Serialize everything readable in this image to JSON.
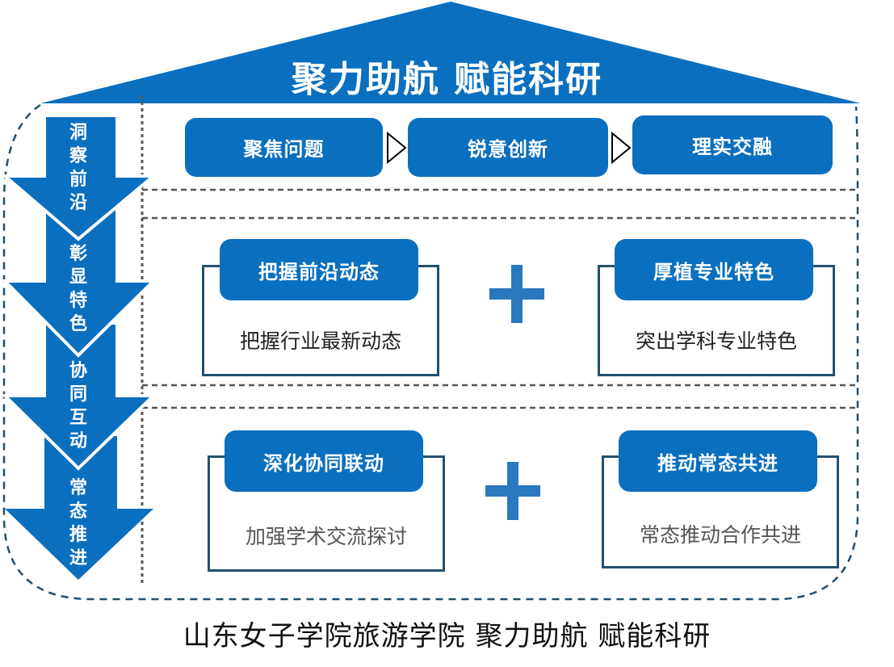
{
  "title": "聚力助航  赋能科研",
  "footer": "山东女子学院旅游学院  聚力助航  赋能科研",
  "colors": {
    "primary": "#0b6fbf",
    "frame": "#24506e",
    "plus": "#2a78bd"
  },
  "stages": [
    {
      "label": "洞察前沿",
      "chars": [
        "洞",
        "察",
        "前",
        "沿"
      ]
    },
    {
      "label": "彰显特色",
      "chars": [
        "彰",
        "显",
        "特",
        "色"
      ]
    },
    {
      "label": "协同互动",
      "chars": [
        "协",
        "同",
        "互",
        "动"
      ]
    },
    {
      "label": "常态推进",
      "chars": [
        "常",
        "态",
        "推",
        "进"
      ]
    }
  ],
  "flow": [
    {
      "label": "聚焦问题"
    },
    {
      "label": "锐意创新"
    },
    {
      "label": "理实交融"
    }
  ],
  "rows": [
    {
      "left": {
        "title": "把握前沿动态",
        "desc": "把握行业最新动态"
      },
      "right": {
        "title": "厚植专业特色",
        "desc": "突出学科专业特色"
      }
    },
    {
      "left": {
        "title": "深化协同联动",
        "desc": "加强学术交流探讨"
      },
      "right": {
        "title": "推动常态共进",
        "desc": "常态推动合作共进"
      }
    }
  ]
}
